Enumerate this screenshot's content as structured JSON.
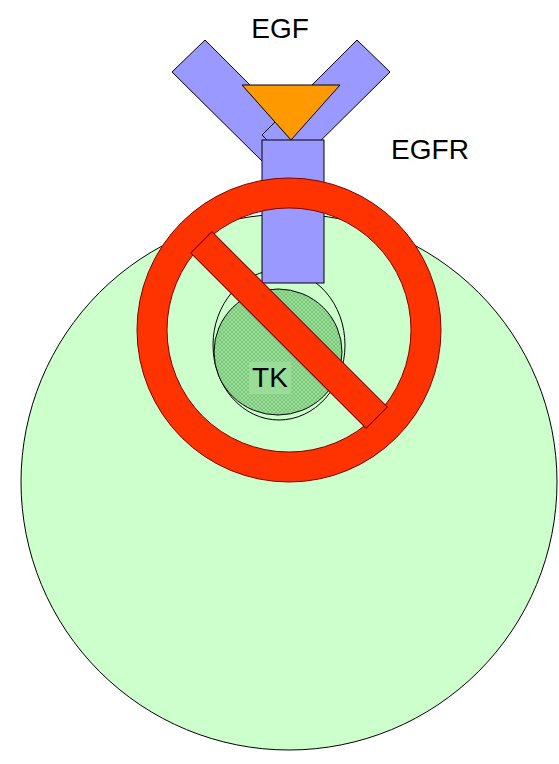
{
  "diagram": {
    "nodes": [
      {
        "text": [
          "TK"
        ]
      }
    ],
    "labels": [
      "EGF",
      "EGFR"
    ]
  }
}
